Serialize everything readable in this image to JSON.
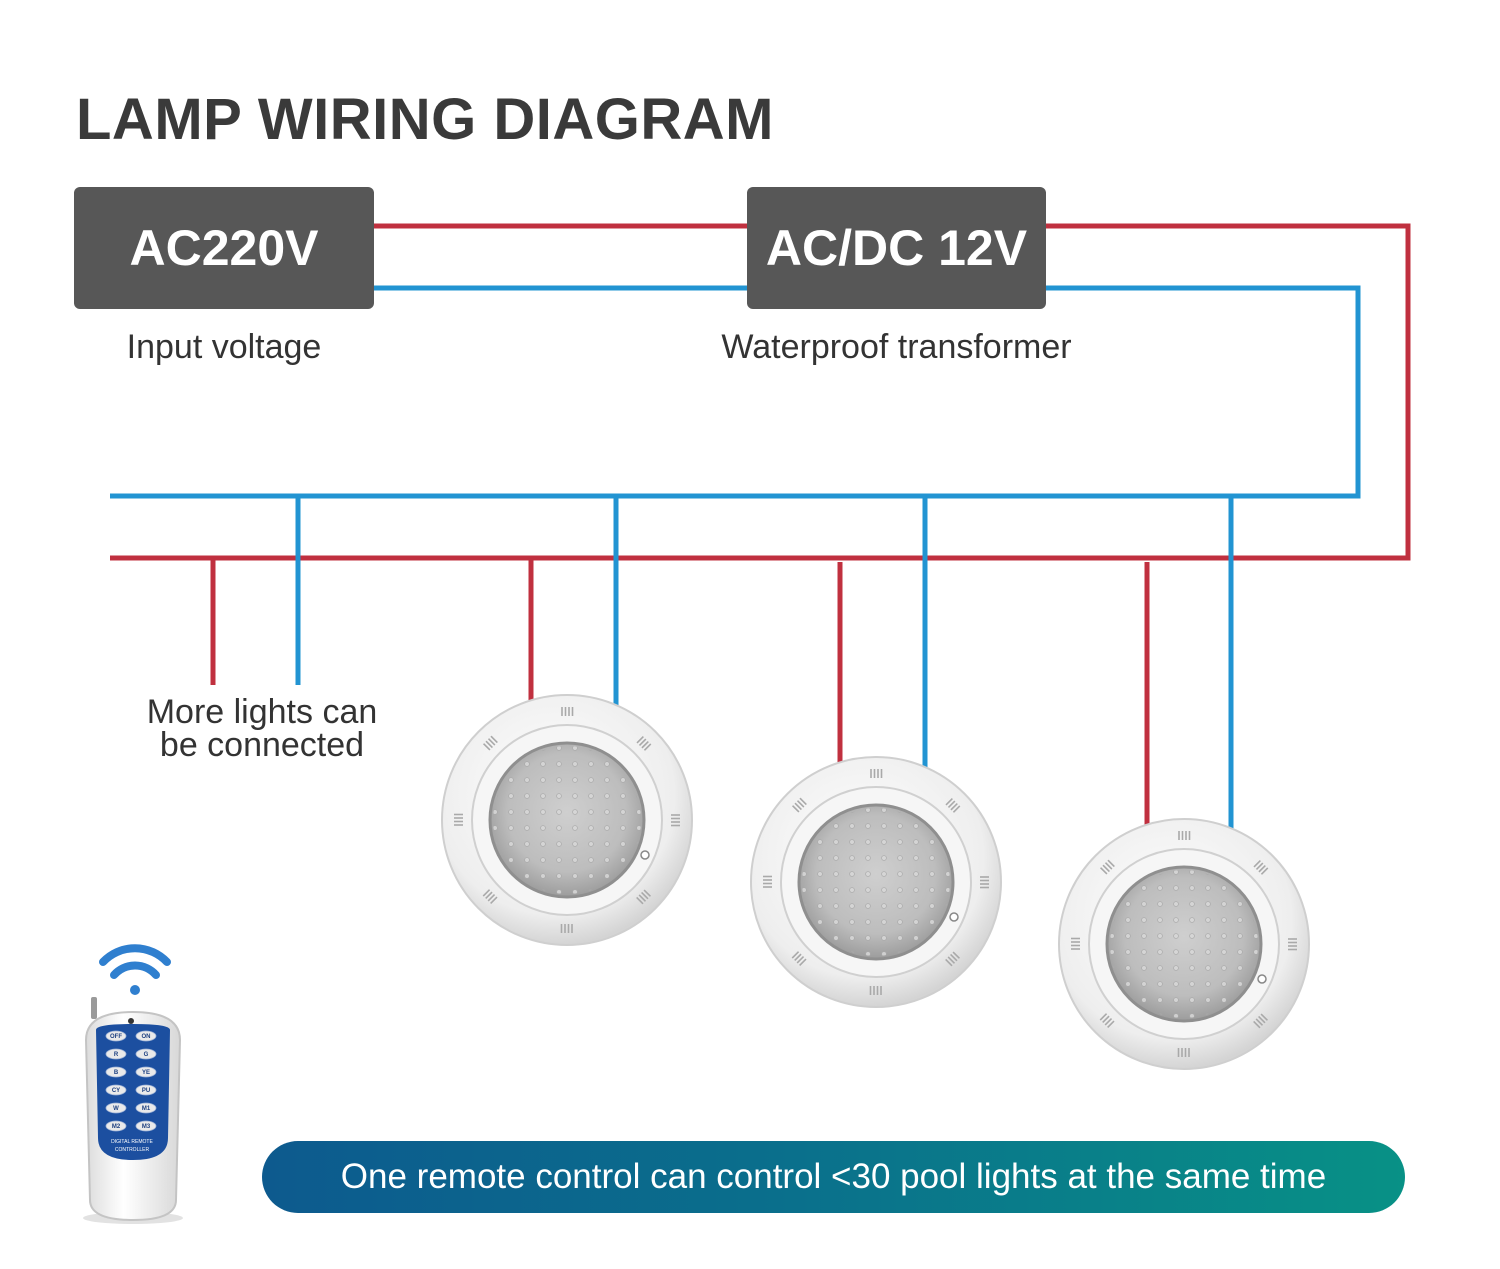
{
  "title": "LAMP WIRING DIAGRAM",
  "input_box": {
    "label": "AC220V",
    "caption": "Input voltage"
  },
  "transformer_box": {
    "label": "AC/DC 12V",
    "caption": "Waterproof transformer"
  },
  "more_lights": {
    "line1": "More lights can",
    "line2": "be connected"
  },
  "remote": {
    "buttons": [
      "OFF",
      "ON",
      "R",
      "G",
      "B",
      "YE",
      "CY",
      "PU",
      "W",
      "M1",
      "M2",
      "M3"
    ],
    "label_line1": "DIGITAL REMOTE",
    "label_line2": "CONTROLLER"
  },
  "banner_text": "One remote control can control <30 pool lights at the same time",
  "colors": {
    "live_wire": "#c0303f",
    "neutral_wire": "#2294d2",
    "box_fill": "#575757",
    "banner_start": "#0d5a8e",
    "banner_end": "#089186",
    "remote_buttons": "#1c4fa0"
  },
  "icons": [
    "pool-light-icon",
    "remote-control-icon",
    "wifi-signal-icon"
  ]
}
